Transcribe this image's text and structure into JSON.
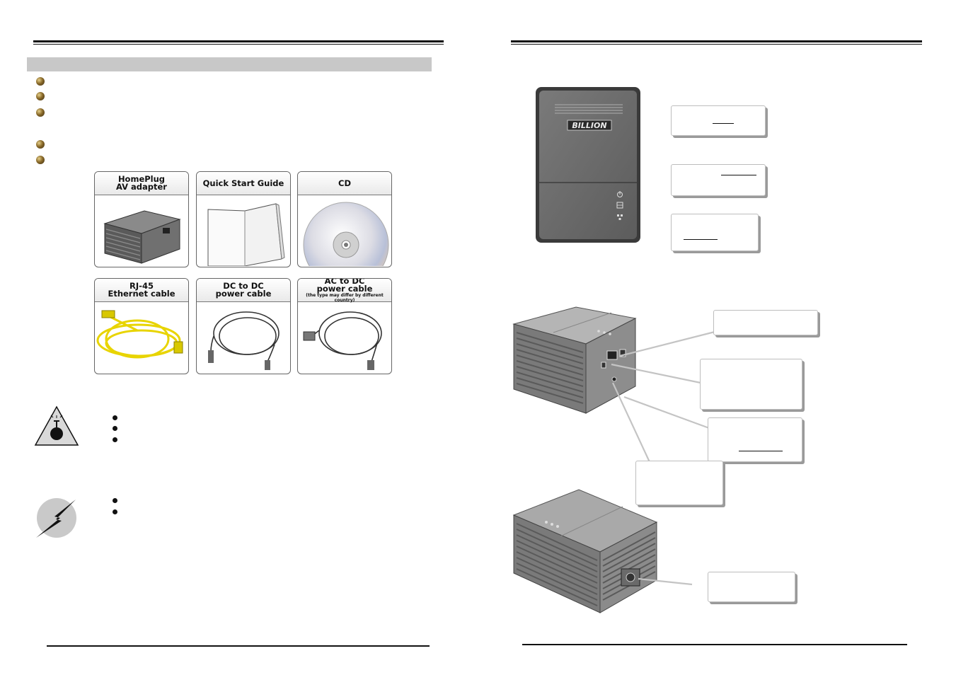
{
  "left_page": {
    "included_items": [
      {
        "header_lines": [
          "HomePlug",
          "AV adapter"
        ],
        "note": ""
      },
      {
        "header_lines": [
          "Quick Start Guide"
        ],
        "note": ""
      },
      {
        "header_lines": [
          "CD"
        ],
        "note": ""
      },
      {
        "header_lines": [
          "RJ-45",
          "Ethernet cable"
        ],
        "note": ""
      },
      {
        "header_lines": [
          "DC to DC",
          "power cable"
        ],
        "note": ""
      },
      {
        "header_lines": [
          "AC to DC",
          "power cable"
        ],
        "note": "(the type may differ by different country)"
      }
    ]
  },
  "right_page": {
    "brand_logo_text": "BILLION"
  },
  "colors": {
    "section_bar": "#c8c8c8",
    "ethernet_cable": "#e8d400",
    "device_body": "#6a6a6a"
  },
  "icons": [
    "warning-bomb-icon",
    "lightning-icon",
    "power-led-icon",
    "homeplug-led-icon",
    "ethernet-led-icon"
  ]
}
